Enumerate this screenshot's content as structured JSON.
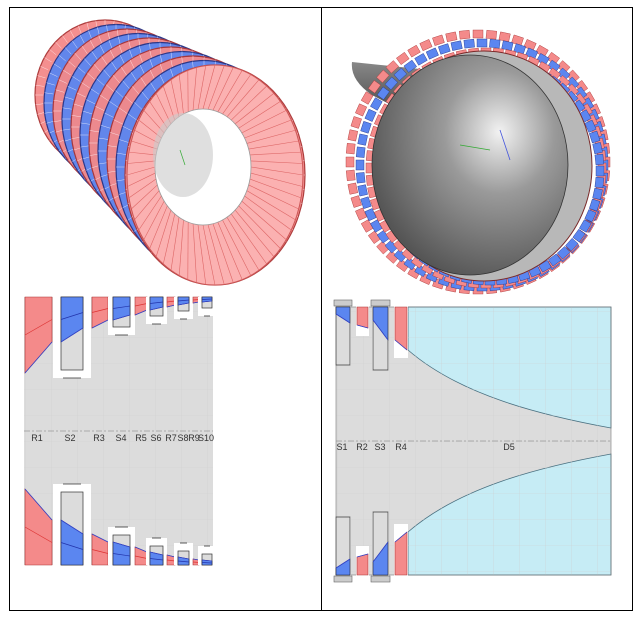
{
  "left_panel": {
    "row_labels": [
      "R1",
      "S2",
      "R3",
      "S4",
      "R5",
      "S6",
      "R7",
      "S8",
      "R9",
      "S10"
    ]
  },
  "right_panel": {
    "row_labels": [
      "S1",
      "R2",
      "S3",
      "R4",
      "D5"
    ]
  },
  "colors": {
    "rotor": "#f48a8a",
    "stator": "#5b86f0",
    "passage": "#dcdcdc",
    "diffuser": "#c6ecf5"
  }
}
